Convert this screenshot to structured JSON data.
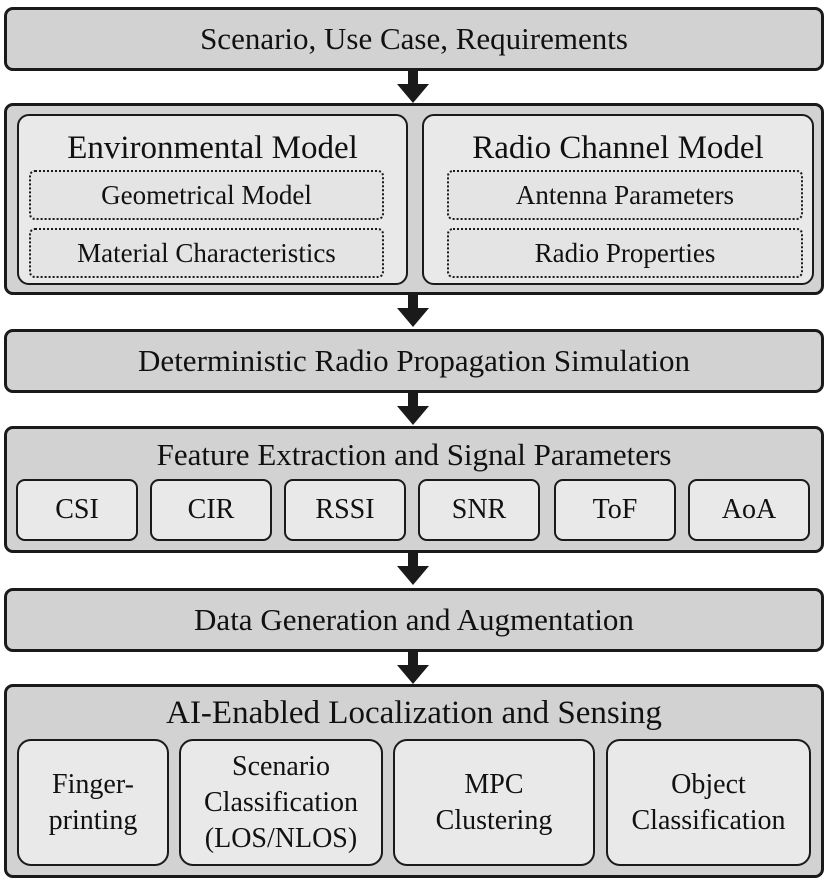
{
  "scenario": {
    "label": "Scenario, Use Case, Requirements"
  },
  "models": {
    "environmental": {
      "title": "Environmental Model",
      "items": [
        "Geometrical Model",
        "Material Characteristics"
      ]
    },
    "radio_channel": {
      "title": "Radio Channel Model",
      "items": [
        "Antenna Parameters",
        "Radio Properties"
      ]
    }
  },
  "simulation": {
    "label": "Deterministic Radio Propagation Simulation"
  },
  "features": {
    "title": "Feature Extraction and Signal Parameters",
    "items": [
      "CSI",
      "CIR",
      "RSSI",
      "SNR",
      "ToF",
      "AoA"
    ]
  },
  "data_generation": {
    "label": "Data Generation and Augmentation"
  },
  "ai": {
    "title": "AI-Enabled Localization and Sensing",
    "items": [
      "Finger-\nprinting",
      "Scenario\nClassification\n(LOS/NLOS)",
      "MPC\nClustering",
      "Object\nClassification"
    ]
  },
  "colors": {
    "box_fill": "#d2d2d2",
    "inner_fill": "#e9e9e9",
    "stroke": "#1a1a1a"
  }
}
